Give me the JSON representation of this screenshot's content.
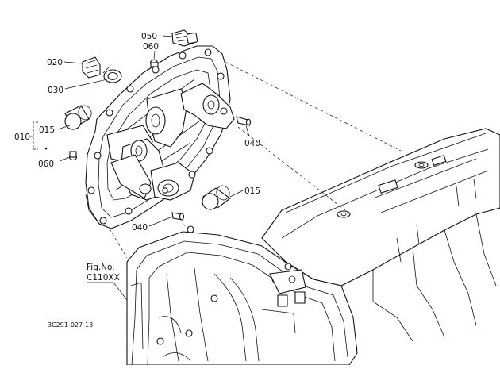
{
  "labels": {
    "p050": "050",
    "p060_top": "060",
    "p020": "020",
    "p030": "030",
    "p015_left": "015",
    "p010": "010",
    "p060_left": "060",
    "p040_right": "040",
    "p015_right": "015",
    "p040_bottom": "040"
  },
  "figure": {
    "fig_no_label": "Fig.No.",
    "fig_no_value": "C110XX",
    "drawing_code": "3C291-027-13"
  }
}
